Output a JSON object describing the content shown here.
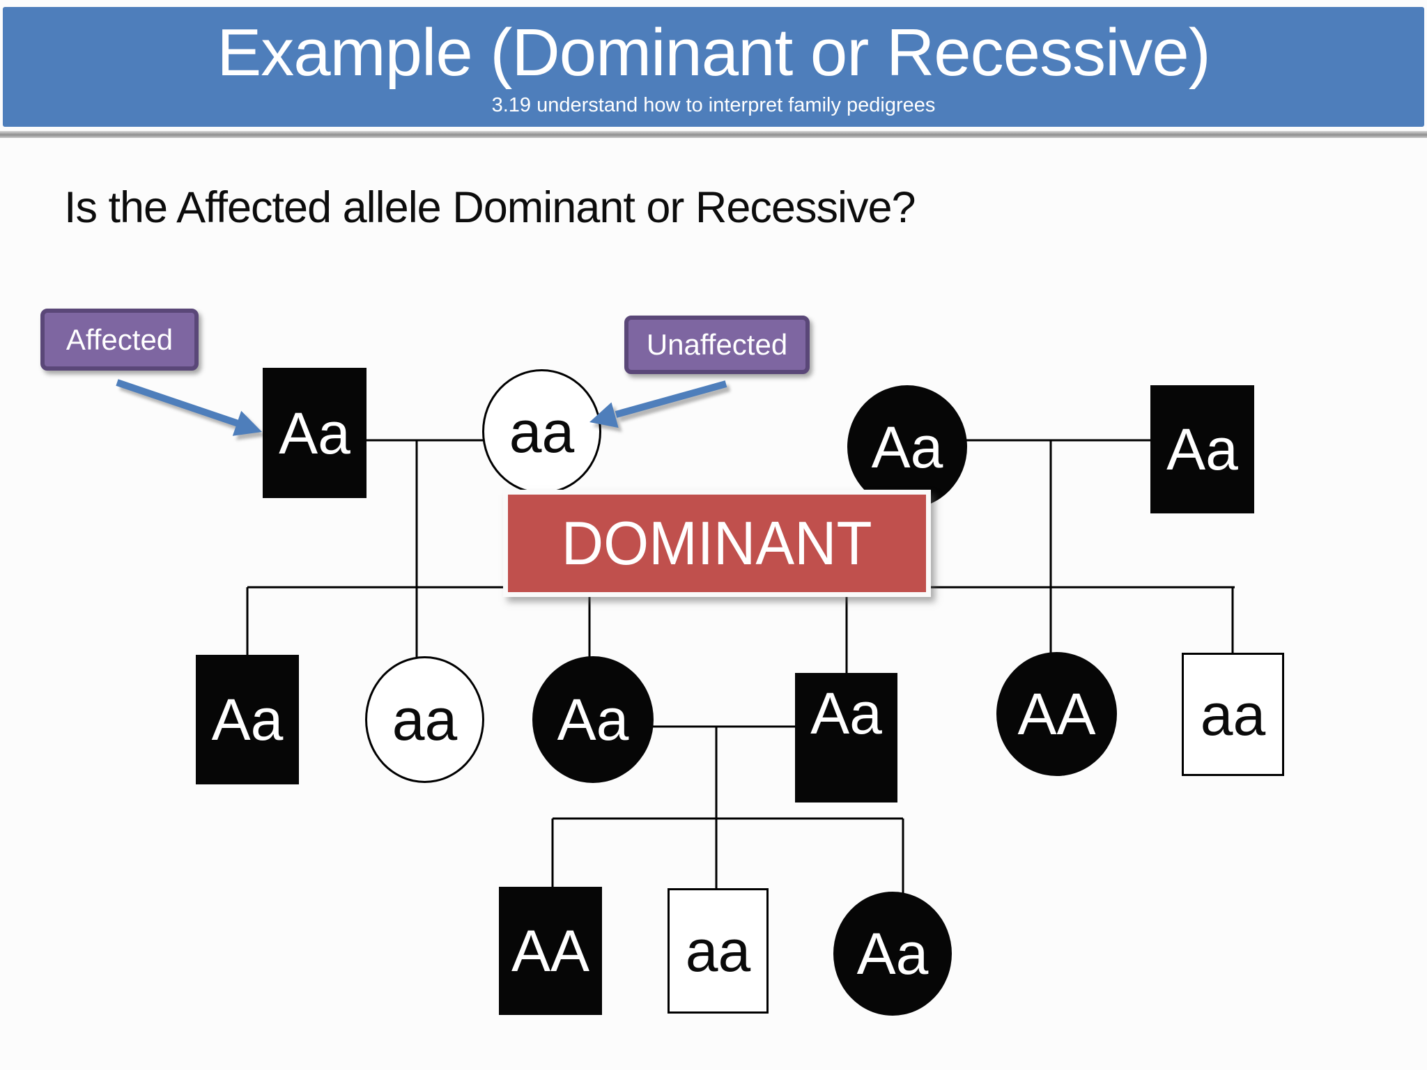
{
  "slide": {
    "title": "Example (Dominant or Recessive)",
    "subtitle": "3.19 understand how to interpret family pedigrees",
    "question": "Is the Affected allele Dominant or Recessive?"
  },
  "legend": {
    "affected_label": "Affected",
    "unaffected_label": "Unaffected"
  },
  "answer_banner": "DOMINANT",
  "colors": {
    "header_blue": "#4E7EBB",
    "arrow_blue": "#4E7EBB",
    "label_purple": "#7E66A1",
    "label_purple_border": "#5A4778",
    "dominant_red": "#C0504D",
    "affected_fill": "#060606",
    "unaffected_fill": "#FFFFFF",
    "line_black": "#000000"
  },
  "pedigree": {
    "gen1": [
      {
        "genotype": "Aa",
        "sex": "male",
        "affected": true
      },
      {
        "genotype": "aa",
        "sex": "female",
        "affected": false
      },
      {
        "genotype": "Aa",
        "sex": "female",
        "affected": true
      },
      {
        "genotype": "Aa",
        "sex": "male",
        "affected": true
      }
    ],
    "gen2": [
      {
        "genotype": "Aa",
        "sex": "male",
        "affected": true
      },
      {
        "genotype": "aa",
        "sex": "female",
        "affected": false
      },
      {
        "genotype": "Aa",
        "sex": "female",
        "affected": true
      },
      {
        "genotype": "Aa",
        "sex": "male",
        "affected": true
      },
      {
        "genotype": "AA",
        "sex": "female",
        "affected": true
      },
      {
        "genotype": "aa",
        "sex": "male",
        "affected": false
      }
    ],
    "gen3": [
      {
        "genotype": "AA",
        "sex": "male",
        "affected": true
      },
      {
        "genotype": "aa",
        "sex": "male",
        "affected": false
      },
      {
        "genotype": "Aa",
        "sex": "female",
        "affected": true
      }
    ]
  }
}
